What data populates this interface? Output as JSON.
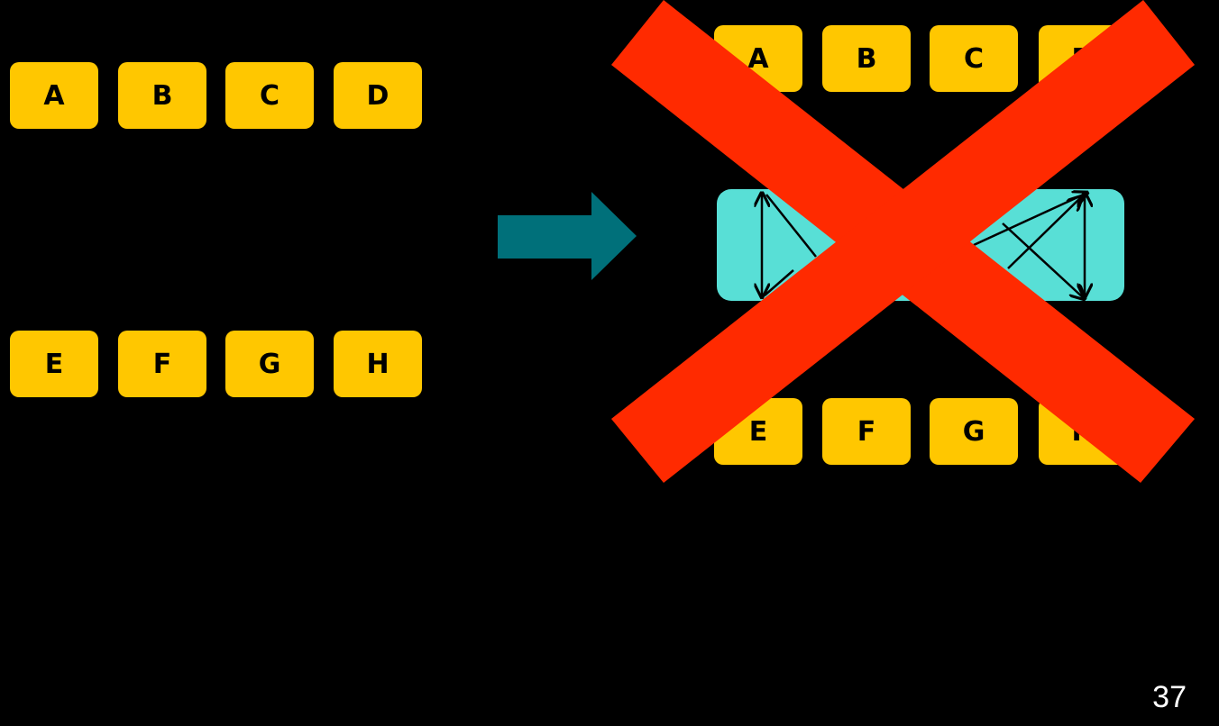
{
  "left_group": {
    "top_nodes": [
      "A",
      "B",
      "C",
      "D"
    ],
    "bottom_nodes": [
      "E",
      "F",
      "G",
      "H"
    ]
  },
  "right_group": {
    "top_nodes": [
      "A",
      "B",
      "C",
      "D"
    ],
    "bottom_nodes": [
      "E",
      "F",
      "G",
      "H"
    ],
    "crossed_out": true
  },
  "colors": {
    "background": "#000000",
    "node_fill": "#ffc700",
    "node_text": "#000000",
    "arrow": "#00707a",
    "switch_fill": "#58dfd6",
    "cross": "#ff2a00",
    "page_number": "#ffffff"
  },
  "page_number": "37"
}
